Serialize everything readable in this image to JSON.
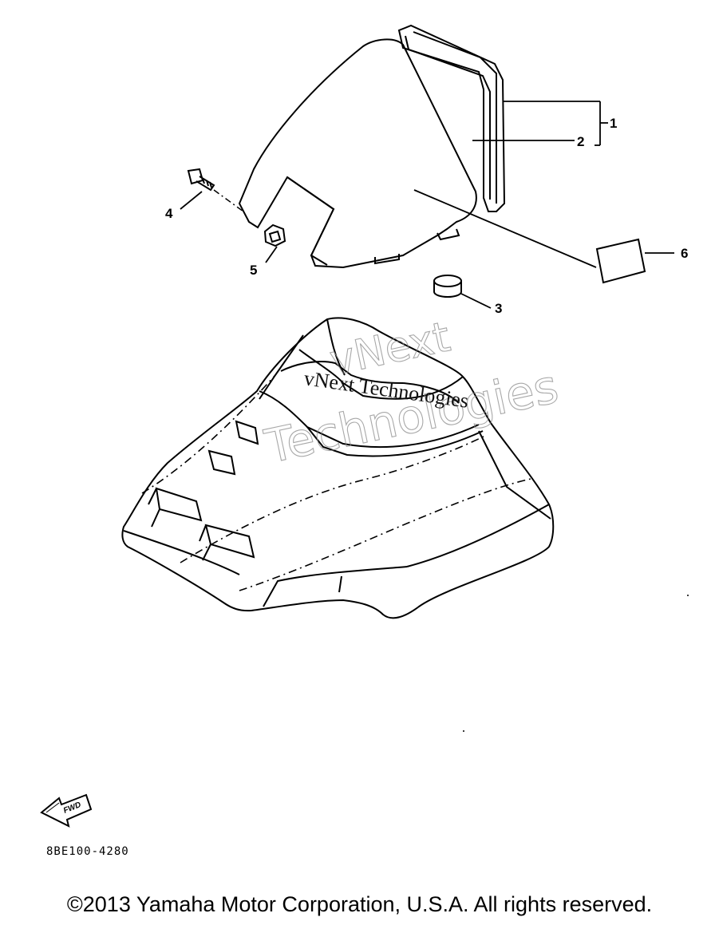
{
  "callouts": {
    "part_1": "1",
    "part_2": "2",
    "part_3": "3",
    "part_4": "4",
    "part_5": "5",
    "part_6": "6"
  },
  "fwd_indicator": {
    "label": "FWD",
    "icon": "fwd-arrow-icon"
  },
  "watermark": {
    "outline_line1": "vNext",
    "outline_line2": "Technologies",
    "solid_text": "vNext Technologies"
  },
  "diagram_code": "8BE100-4280",
  "copyright": "©2013 Yamaha Motor Corporation, U.S.A. All rights reserved.",
  "colors": {
    "ink": "#000000",
    "watermark": "#8c8c8c",
    "background": "#ffffff"
  }
}
